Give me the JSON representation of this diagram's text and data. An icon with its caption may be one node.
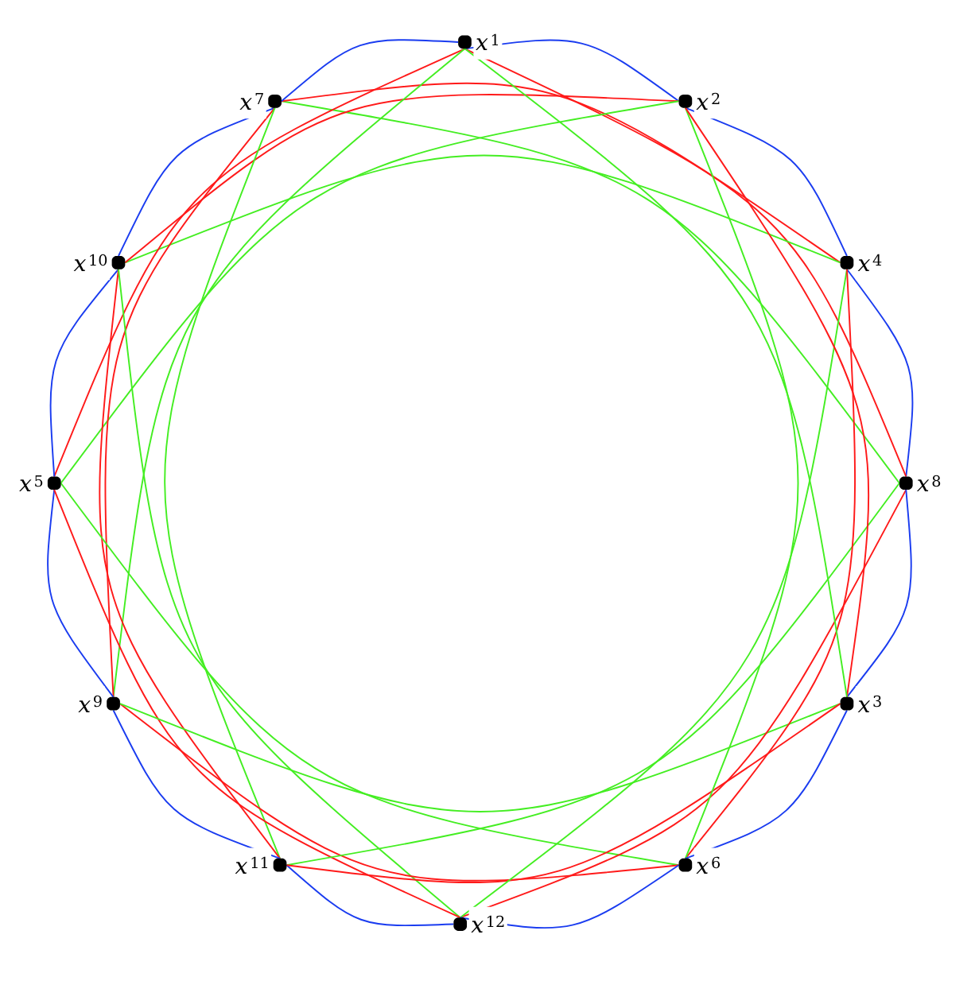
{
  "diagram": {
    "nodes": [
      {
        "text": [
          "x$^{8}$"
        ]
      },
      {
        "text": [
          "x$^{4}$"
        ]
      },
      {
        "text": [
          "x$^{2}$"
        ]
      },
      {
        "text": [
          "x$^{1}$"
        ]
      },
      {
        "text": [
          "x$^{7}$"
        ]
      },
      {
        "text": [
          "x$^{10}$"
        ]
      },
      {
        "text": [
          "x$^{5}$"
        ]
      },
      {
        "text": [
          "x$^{9}$"
        ]
      },
      {
        "text": [
          "x$^{11}$"
        ]
      },
      {
        "text": [
          "x$^{12}$"
        ]
      },
      {
        "text": [
          "x$^{6}$"
        ]
      },
      {
        "text": [
          "x$^{3}$"
        ]
      }
    ],
    "edges": [
      {
        "from": 0,
        "to": 1,
        "arrow": "none",
        "color": "#1a3cf0"
      },
      {
        "from": 1,
        "to": 2,
        "arrow": "none",
        "color": "#1a3cf0"
      },
      {
        "from": 2,
        "to": 3,
        "arrow": "none",
        "color": "#1a3cf0"
      },
      {
        "from": 3,
        "to": 4,
        "arrow": "none",
        "color": "#1a3cf0"
      },
      {
        "from": 4,
        "to": 5,
        "arrow": "none",
        "color": "#1a3cf0"
      },
      {
        "from": 5,
        "to": 6,
        "arrow": "none",
        "color": "#1a3cf0"
      },
      {
        "from": 6,
        "to": 7,
        "arrow": "none",
        "color": "#1a3cf0"
      },
      {
        "from": 7,
        "to": 8,
        "arrow": "none",
        "color": "#1a3cf0"
      },
      {
        "from": 8,
        "to": 9,
        "arrow": "none",
        "color": "#1a3cf0"
      },
      {
        "from": 9,
        "to": 10,
        "arrow": "none",
        "color": "#1a3cf0"
      },
      {
        "from": 10,
        "to": 11,
        "arrow": "none",
        "color": "#1a3cf0"
      },
      {
        "from": 11,
        "to": 0,
        "arrow": "none",
        "color": "#1a3cf0"
      },
      {
        "from": 0,
        "to": 3,
        "arrow": "none",
        "color": "#ff1a1a"
      },
      {
        "from": 1,
        "to": 4,
        "arrow": "none",
        "color": "#ff1a1a"
      },
      {
        "from": 2,
        "to": 5,
        "arrow": "none",
        "color": "#ff1a1a"
      },
      {
        "from": 3,
        "to": 6,
        "arrow": "none",
        "color": "#ff1a1a"
      },
      {
        "from": 4,
        "to": 7,
        "arrow": "none",
        "color": "#ff1a1a"
      },
      {
        "from": 5,
        "to": 8,
        "arrow": "none",
        "color": "#ff1a1a"
      },
      {
        "from": 6,
        "to": 9,
        "arrow": "none",
        "color": "#ff1a1a"
      },
      {
        "from": 7,
        "to": 10,
        "arrow": "none",
        "color": "#ff1a1a"
      },
      {
        "from": 8,
        "to": 11,
        "arrow": "none",
        "color": "#ff1a1a"
      },
      {
        "from": 9,
        "to": 0,
        "arrow": "none",
        "color": "#ff1a1a"
      },
      {
        "from": 10,
        "to": 1,
        "arrow": "none",
        "color": "#ff1a1a"
      },
      {
        "from": 11,
        "to": 2,
        "arrow": "none",
        "color": "#ff1a1a"
      },
      {
        "from": 0,
        "to": 4,
        "arrow": "none",
        "color": "#44ee22"
      },
      {
        "from": 1,
        "to": 5,
        "arrow": "none",
        "color": "#44ee22"
      },
      {
        "from": 2,
        "to": 6,
        "arrow": "none",
        "color": "#44ee22"
      },
      {
        "from": 3,
        "to": 7,
        "arrow": "none",
        "color": "#44ee22"
      },
      {
        "from": 4,
        "to": 8,
        "arrow": "none",
        "color": "#44ee22"
      },
      {
        "from": 5,
        "to": 9,
        "arrow": "none",
        "color": "#44ee22"
      },
      {
        "from": 6,
        "to": 10,
        "arrow": "none",
        "color": "#44ee22"
      },
      {
        "from": 7,
        "to": 11,
        "arrow": "none",
        "color": "#44ee22"
      },
      {
        "from": 8,
        "to": 0,
        "arrow": "none",
        "color": "#44ee22"
      },
      {
        "from": 9,
        "to": 1,
        "arrow": "none",
        "color": "#44ee22"
      },
      {
        "from": 10,
        "to": 2,
        "arrow": "none",
        "color": "#44ee22"
      },
      {
        "from": 11,
        "to": 3,
        "arrow": "none",
        "color": "#44ee22"
      }
    ]
  }
}
